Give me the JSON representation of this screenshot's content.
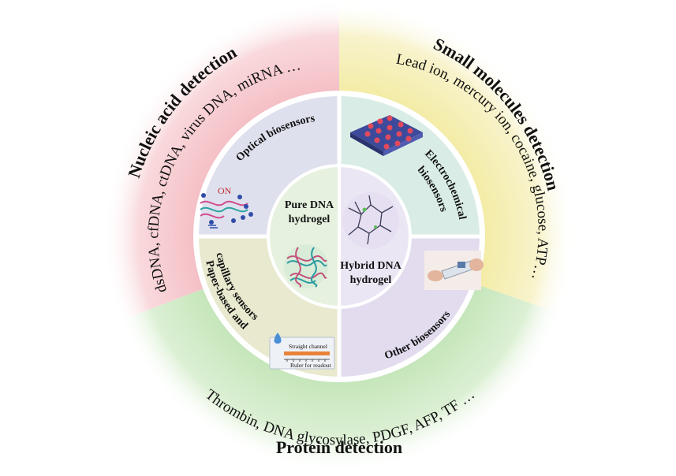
{
  "outer_ring": {
    "nucleic_acid": {
      "title": "Nucleic acid detection",
      "examples": "dsDNA, cfDNA, ctDNA, virus DNA, miRNA …"
    },
    "small_molecules": {
      "title": "Small molecules detection",
      "examples": "Lead ion, mercury ion, cocaine, glucose, ATP…"
    },
    "protein": {
      "title": "Protein detection",
      "examples": "Thrombin, DNA glycosylase, PDGF, AFP, TF …"
    }
  },
  "middle_ring": {
    "optical": "Optical biosensors",
    "electrochemical_line1": "Electrochemical",
    "electrochemical_line2": "biosensors",
    "paper_line1": "Paper-based and",
    "paper_line2": "capillary sensors",
    "other": "Other biosensors"
  },
  "inner_circle": {
    "pure_line1": "Pure DNA",
    "pure_line2": "hydrogel",
    "hybrid_line1": "Hybrid DNA",
    "hybrid_line2": "hydrogel"
  },
  "illustrations": {
    "optical_on_label": "ON",
    "paper_channel_label": "Straight channel",
    "paper_ruler_label": "Ruler for readout"
  },
  "colors": {
    "nucleic_acid": "#f7c9cf",
    "small_molecules": "#f6f0b8",
    "protein": "#cfeac6",
    "middle_ring_bg": "#dcdcea",
    "inner_pure": "#e7f3df",
    "inner_hybrid": "#ece7f5"
  }
}
